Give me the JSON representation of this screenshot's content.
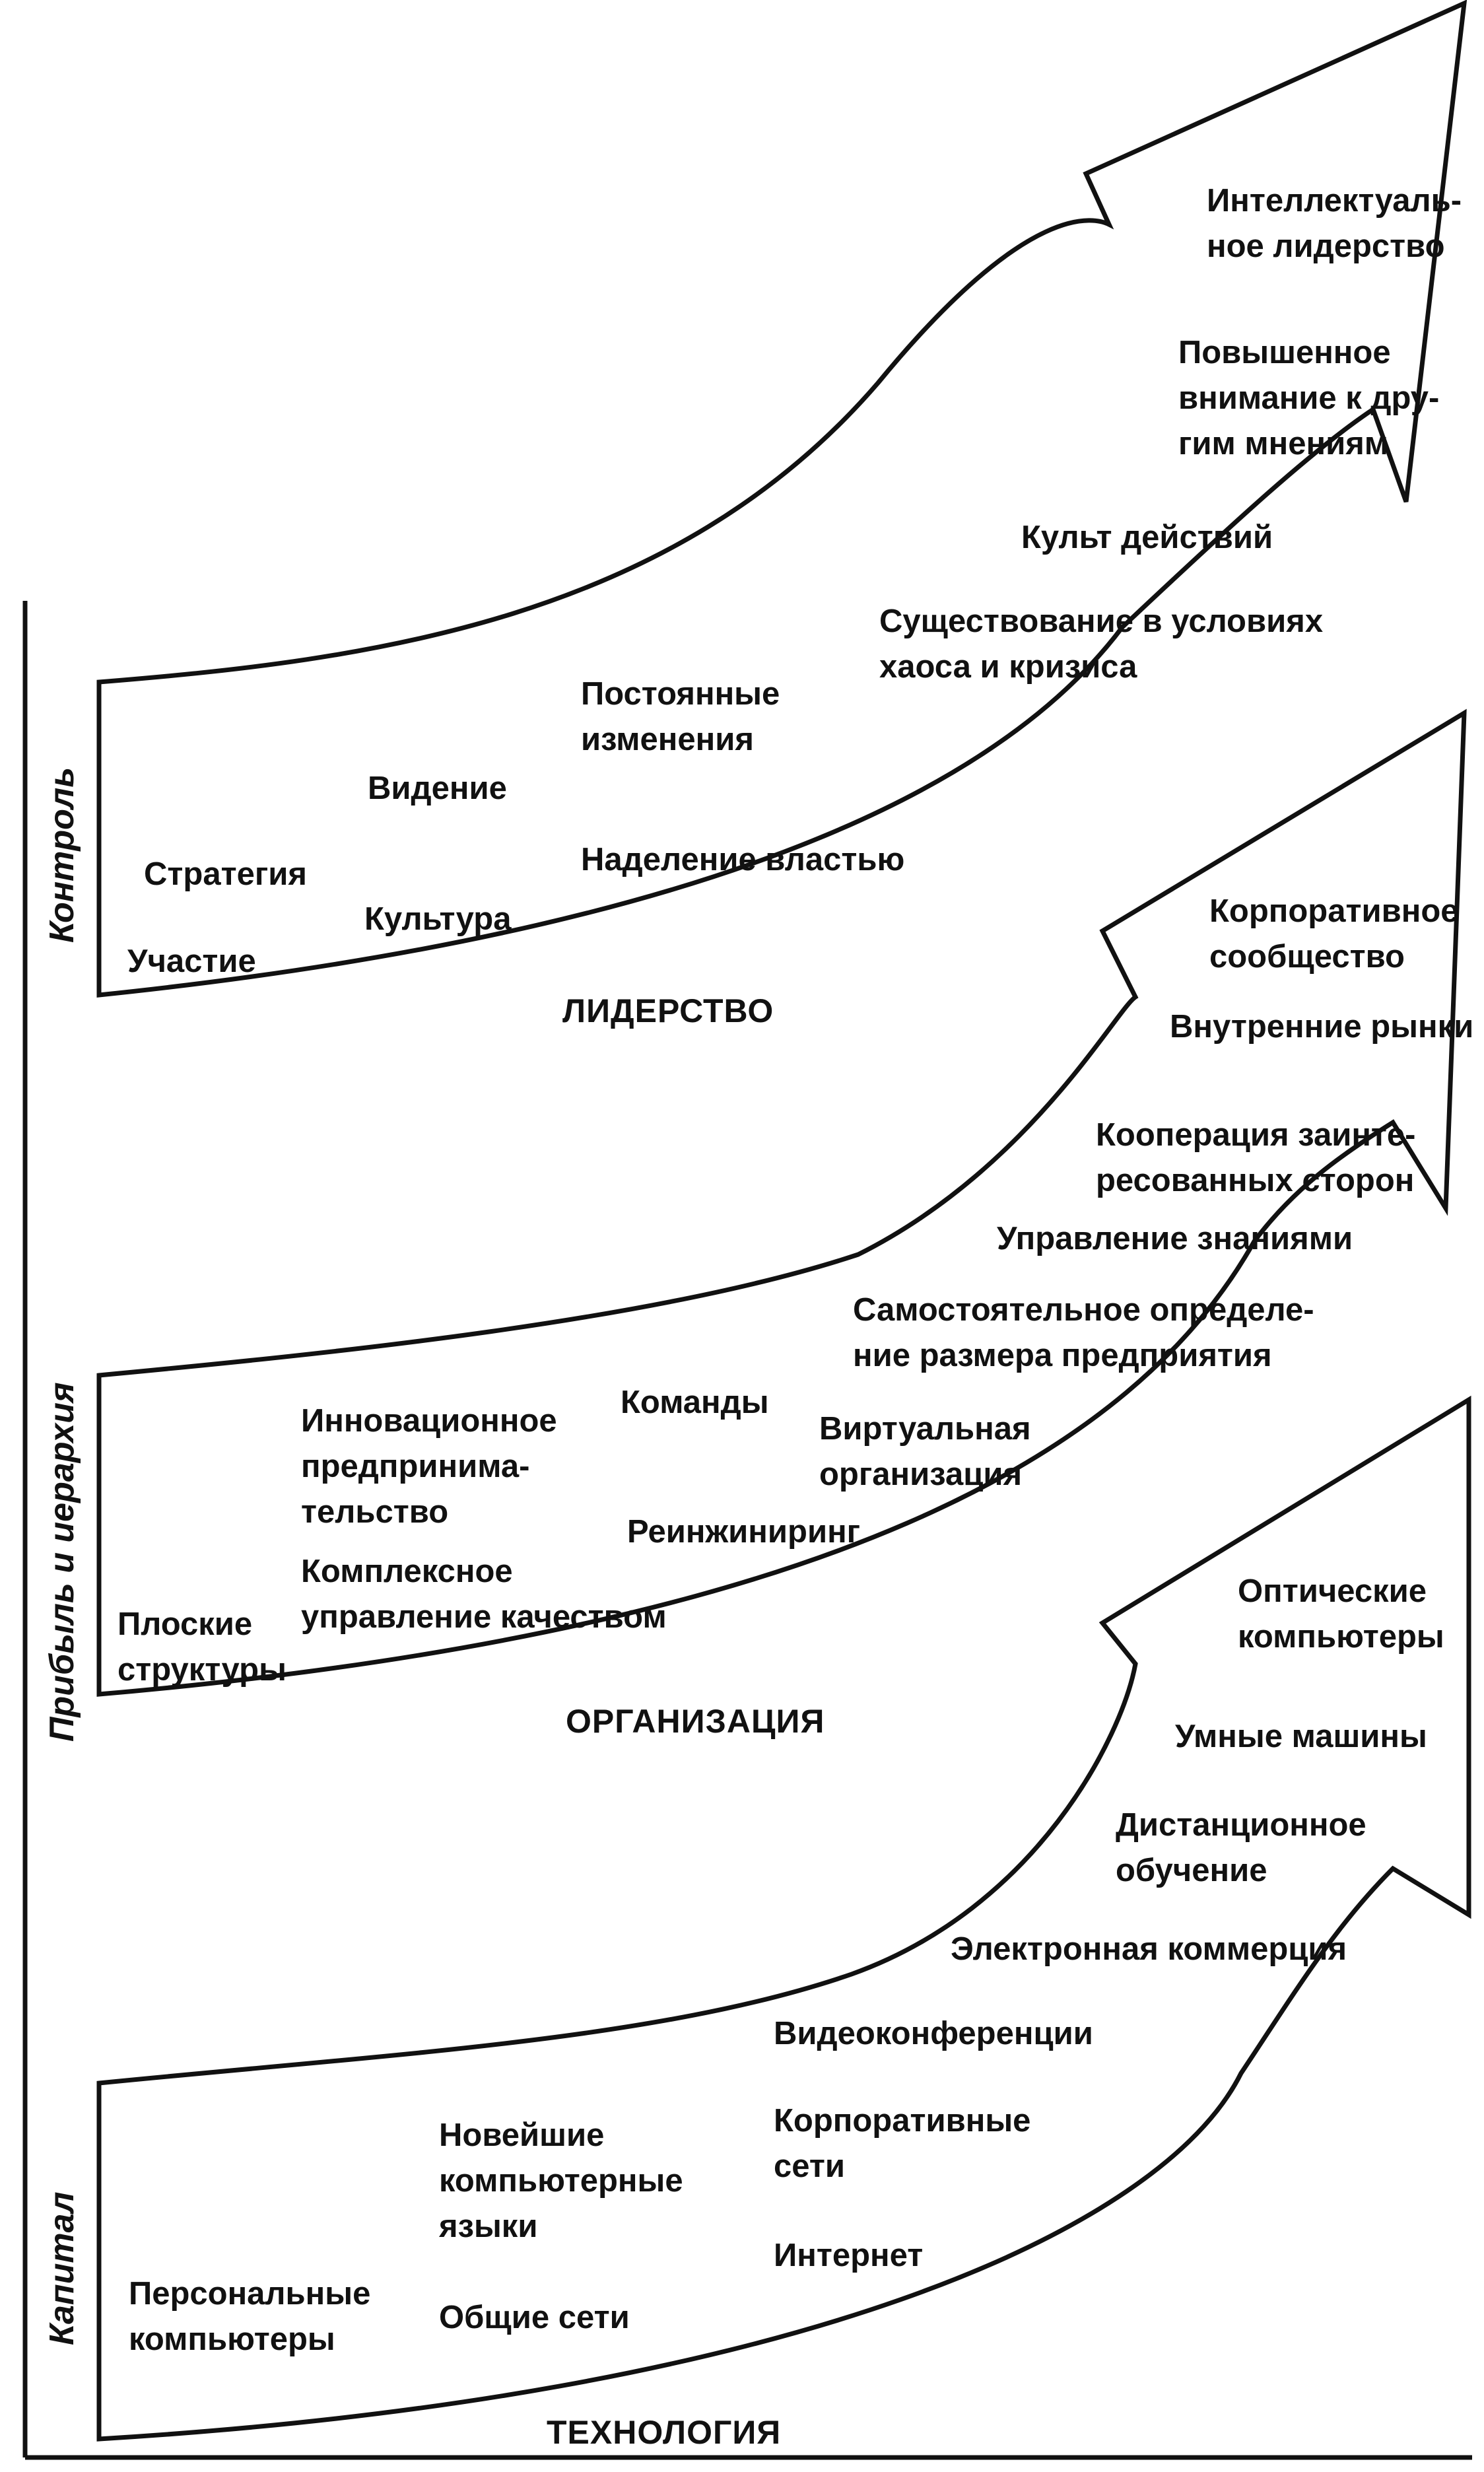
{
  "side_labels": {
    "control": "Контроль",
    "profit_hierarchy": "Прибыль и иерархия",
    "capital": "Капитал"
  },
  "leadership": {
    "title": "ЛИДЕРСТВО",
    "items": {
      "intellectual": "Интеллектуаль-\nное лидерство",
      "attention": "Повышенное\nвнимание к дру-\nгим мнениям",
      "action_cult": "Культ действий",
      "chaos": "Существование в условиях\nхаоса и кризиса",
      "constant_change": "Постоянные\nизменения",
      "vision": "Видение",
      "empowerment": "Наделение властью",
      "strategy": "Стратегия",
      "culture": "Культура",
      "participation": "Участие"
    }
  },
  "organization": {
    "title": "ОРГАНИЗАЦИЯ",
    "items": {
      "corporate_community": "Корпоративное\nсообщество",
      "internal_markets": "Внутренние рынки",
      "stakeholders": "Кооперация заинте-\nресованных сторон",
      "knowledge": "Управление знаниями",
      "self_sizing": "Самостоятельное определе-\nние размера предприятия",
      "innovative": "Инновационное\nпредпринима-\nтельство",
      "teams": "Команды",
      "virtual": "Виртуальная\nорганизация",
      "reengineering": "Реинжиниринг",
      "tqm": "Комплексное\nуправление качеством",
      "flat": "Плоские\nструктуры"
    }
  },
  "technology": {
    "title": "ТЕХНОЛОГИЯ",
    "items": {
      "optical": "Оптические\nкомпьютеры",
      "smart": "Умные машины",
      "distance": "Дистанционное\nобучение",
      "ecommerce": "Электронная коммерция",
      "video": "Видеоконференции",
      "corporate_nets": "Корпоративные\nсети",
      "languages": "Новейшие\nкомпьютерные\nязыки",
      "internet": "Интернет",
      "pc": "Персональные\nкомпьютеры",
      "public_nets": "Общие сети"
    }
  }
}
